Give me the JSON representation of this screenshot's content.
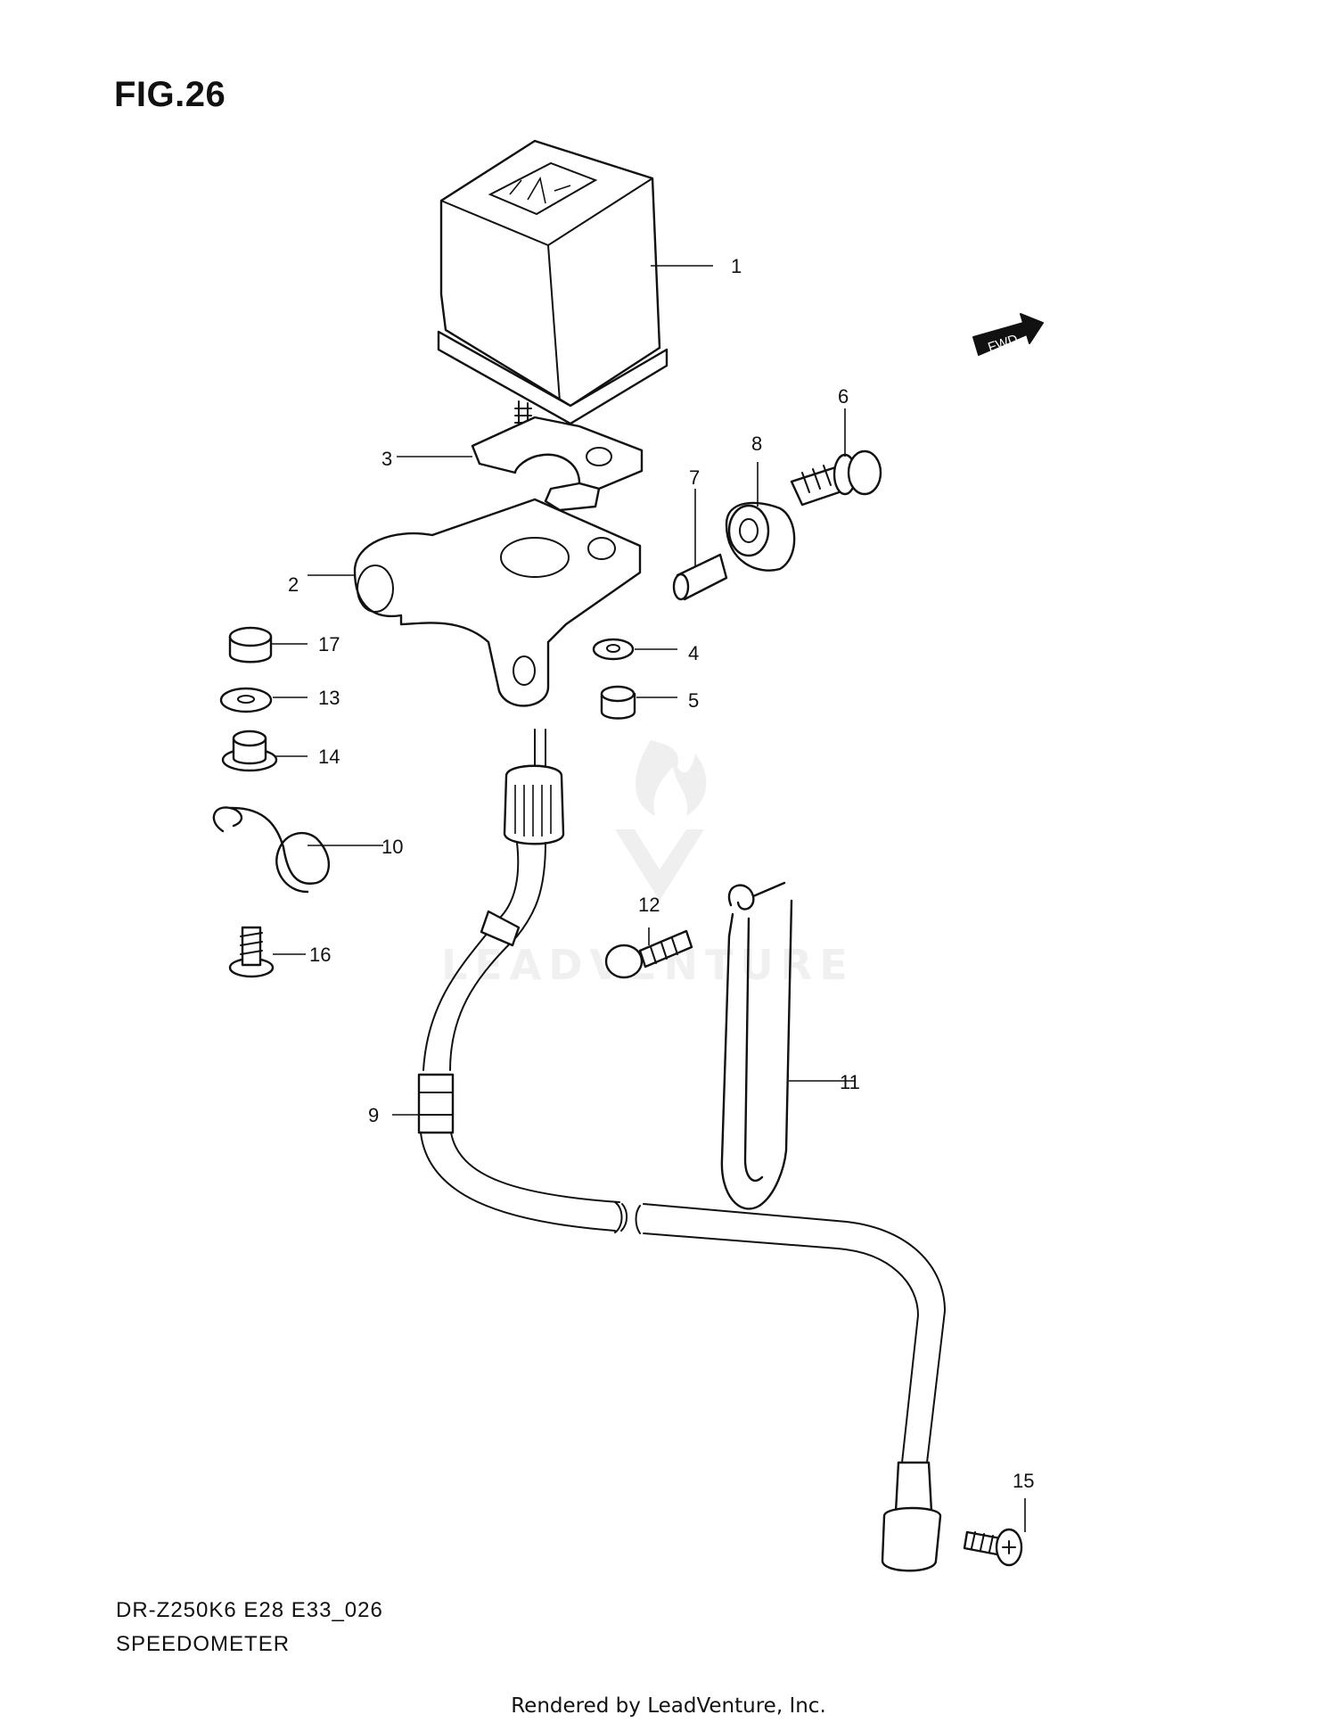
{
  "figure": {
    "title": "FIG.26",
    "model": "DR-Z250K6 E28 E33_026",
    "name": "SPEEDOMETER"
  },
  "badges": {
    "forward": "FWD"
  },
  "callouts": [
    "1",
    "2",
    "3",
    "4",
    "5",
    "6",
    "7",
    "8",
    "9",
    "10",
    "11",
    "12",
    "13",
    "14",
    "15",
    "16",
    "17"
  ],
  "watermark": {
    "text": "LEADVENTURE"
  },
  "credit": "Rendered by LeadVenture, Inc."
}
